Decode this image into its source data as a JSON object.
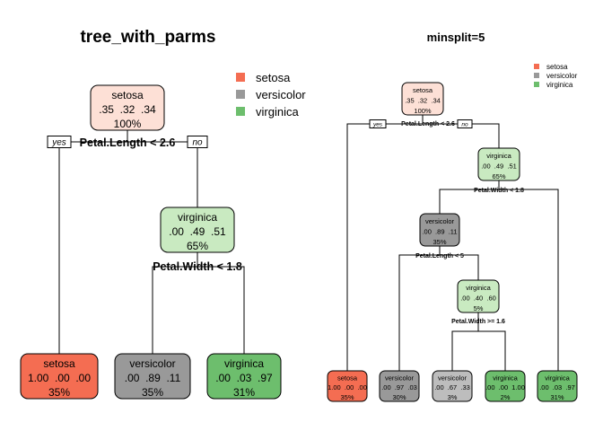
{
  "colors": {
    "setosa": "#f46d52",
    "versicolor": "#999999",
    "virginica": "#6dbe6d",
    "setosa_light": "#fde0d6",
    "virginica_light": "#c9eac1",
    "versicolor_light": "#bdbdbd",
    "edge": "#000000"
  },
  "left": {
    "title": "tree_with_parms",
    "legend": [
      {
        "label": "setosa",
        "key": "setosa"
      },
      {
        "label": "versicolor",
        "key": "versicolor"
      },
      {
        "label": "virginica",
        "key": "virginica"
      }
    ],
    "branch_labels": {
      "yes": "yes",
      "no": "no"
    },
    "nodes": [
      {
        "id": "l-root",
        "cls": "setosa",
        "probs": ".35  .32  .34",
        "pct": "100%",
        "fill": "setosa_light"
      },
      {
        "id": "l-split2",
        "cls": "virginica",
        "probs": ".00  .49  .51",
        "pct": "65%",
        "fill": "virginica_light"
      },
      {
        "id": "l-leaf1",
        "cls": "setosa",
        "probs": "1.00  .00  .00",
        "pct": "35%",
        "fill": "setosa"
      },
      {
        "id": "l-leaf2",
        "cls": "versicolor",
        "probs": ".00  .89  .11",
        "pct": "35%",
        "fill": "versicolor"
      },
      {
        "id": "l-leaf3",
        "cls": "virginica",
        "probs": ".00  .03  .97",
        "pct": "31%",
        "fill": "virginica"
      }
    ],
    "splits": [
      "Petal.Length < 2.6",
      "Petal.Width < 1.8"
    ]
  },
  "right": {
    "title": "minsplit=5",
    "legend": [
      {
        "label": "setosa",
        "key": "setosa"
      },
      {
        "label": "versicolor",
        "key": "versicolor"
      },
      {
        "label": "virginica",
        "key": "virginica"
      }
    ],
    "branch_labels": {
      "yes": "yes",
      "no": "no"
    },
    "nodes": [
      {
        "id": "r-root",
        "cls": "setosa",
        "probs": ".35  .32  .34",
        "pct": "100%",
        "fill": "setosa_light"
      },
      {
        "id": "r-n2",
        "cls": "virginica",
        "probs": ".00  .49  .51",
        "pct": "65%",
        "fill": "virginica_light"
      },
      {
        "id": "r-n3",
        "cls": "versicolor",
        "probs": ".00  .89  .11",
        "pct": "35%",
        "fill": "versicolor"
      },
      {
        "id": "r-n4",
        "cls": "virginica",
        "probs": ".00  .40  .60",
        "pct": "5%",
        "fill": "virginica_light"
      },
      {
        "id": "r-leaf1",
        "cls": "setosa",
        "probs": "1.00  .00  .00",
        "pct": "35%",
        "fill": "setosa"
      },
      {
        "id": "r-leaf2",
        "cls": "versicolor",
        "probs": ".00  .97  .03",
        "pct": "30%",
        "fill": "versicolor"
      },
      {
        "id": "r-leaf3",
        "cls": "versicolor",
        "probs": ".00  .67  .33",
        "pct": "3%",
        "fill": "versicolor_light"
      },
      {
        "id": "r-leaf4",
        "cls": "virginica",
        "probs": ".00  .00  1.00",
        "pct": "2%",
        "fill": "virginica"
      },
      {
        "id": "r-leaf5",
        "cls": "virginica",
        "probs": ".00  .03  .97",
        "pct": "31%",
        "fill": "virginica"
      }
    ],
    "splits": [
      "Petal.Length < 2.6",
      "Petal.Width < 1.8",
      "Petal.Length < 5",
      "Petal.Width >= 1.6"
    ]
  }
}
